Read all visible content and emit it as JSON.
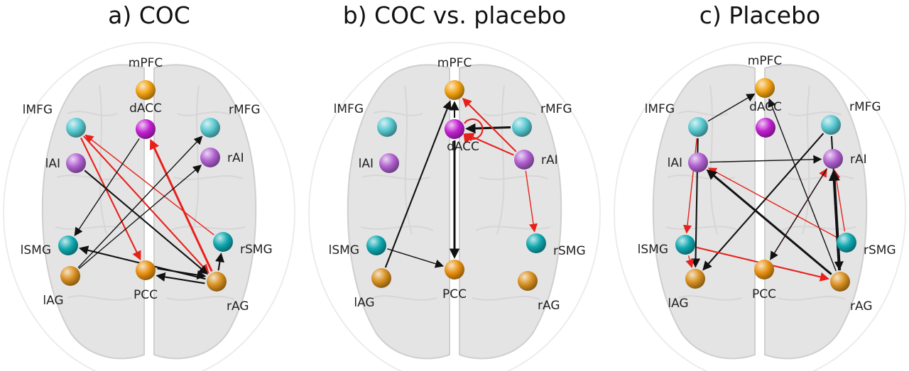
{
  "panels": [
    {
      "title": "a) COC",
      "nodes": [
        {
          "id": "mPFC",
          "label": "mPFC",
          "color": "#f0a010"
        },
        {
          "id": "dACC",
          "label": "dACC",
          "color": "#c020d0"
        },
        {
          "id": "lMFG",
          "label": "lMFG",
          "color": "#58c8d0"
        },
        {
          "id": "rMFG",
          "label": "rMFG",
          "color": "#58c8d0"
        },
        {
          "id": "lAI",
          "label": "lAI",
          "color": "#b060d0"
        },
        {
          "id": "rAI",
          "label": "rAI",
          "color": "#b060d0"
        },
        {
          "id": "lSMG",
          "label": "lSMG",
          "color": "#10a8b0"
        },
        {
          "id": "rSMG",
          "label": "rSMG",
          "color": "#10a8b0"
        },
        {
          "id": "lAG",
          "label": "lAG",
          "color": "#d89020"
        },
        {
          "id": "PCC",
          "label": "PCC",
          "color": "#e89010"
        },
        {
          "id": "rAG",
          "label": "rAG",
          "color": "#d89020"
        }
      ],
      "edges": [
        {
          "from": "lMFG",
          "to": "PCC",
          "color": "red",
          "weight": 2
        },
        {
          "from": "lMFG",
          "to": "rAG",
          "color": "red",
          "weight": 2
        },
        {
          "from": "rSMG",
          "to": "lMFG",
          "color": "red",
          "weight": 1
        },
        {
          "from": "rAG",
          "to": "dACC",
          "color": "red",
          "weight": 3
        },
        {
          "from": "dACC",
          "to": "lSMG",
          "color": "black",
          "weight": 1
        },
        {
          "from": "lAI",
          "to": "rAG",
          "color": "black",
          "weight": 2
        },
        {
          "from": "lAG",
          "to": "rMFG",
          "color": "black",
          "weight": 1
        },
        {
          "from": "lAG",
          "to": "rAI",
          "color": "black",
          "weight": 1
        },
        {
          "from": "rAG",
          "to": "lSMG",
          "color": "black",
          "weight": 2
        },
        {
          "from": "rAG",
          "to": "rSMG",
          "color": "black",
          "weight": 2
        },
        {
          "from": "PCC",
          "to": "rAG",
          "color": "black",
          "weight": 2,
          "offset": -5
        },
        {
          "from": "rAG",
          "to": "PCC",
          "color": "black",
          "weight": 2,
          "offset": -5
        }
      ]
    },
    {
      "title": "b) COC vs. placebo",
      "nodes": [
        {
          "id": "mPFC",
          "label": "mPFC",
          "color": "#f0a010"
        },
        {
          "id": "dACC",
          "label": "dACC",
          "color": "#c020d0"
        },
        {
          "id": "lMFG",
          "label": "lMFG",
          "color": "#58c8d0"
        },
        {
          "id": "rMFG",
          "label": "rMFG",
          "color": "#58c8d0"
        },
        {
          "id": "lAI",
          "label": "lAI",
          "color": "#b060d0"
        },
        {
          "id": "rAI",
          "label": "rAI",
          "color": "#b060d0"
        },
        {
          "id": "lSMG",
          "label": "lSMG",
          "color": "#10a8b0"
        },
        {
          "id": "rSMG",
          "label": "rSMG",
          "color": "#10a8b0"
        },
        {
          "id": "lAG",
          "label": "lAG",
          "color": "#d89020"
        },
        {
          "id": "PCC",
          "label": "PCC",
          "color": "#e89010"
        },
        {
          "id": "rAG",
          "label": "rAG",
          "color": "#d89020"
        }
      ],
      "edges": [
        {
          "from": "dACC",
          "to": "mPFC",
          "color": "black",
          "weight": 2
        },
        {
          "from": "rMFG",
          "to": "dACC",
          "color": "black",
          "weight": 3
        },
        {
          "from": "rAI",
          "to": "mPFC",
          "color": "red",
          "weight": 2
        },
        {
          "from": "rAI",
          "to": "dACC",
          "color": "red",
          "weight": 2
        },
        {
          "from": "dACC",
          "to": "dACC",
          "color": "red",
          "weight": 2,
          "self": true
        },
        {
          "from": "lAG",
          "to": "mPFC",
          "color": "black",
          "weight": 2
        },
        {
          "from": "dACC",
          "to": "PCC",
          "color": "black",
          "weight": 3
        },
        {
          "from": "lSMG",
          "to": "PCC",
          "color": "black",
          "weight": 1
        },
        {
          "from": "rAI",
          "to": "rSMG",
          "color": "red",
          "weight": 1
        }
      ]
    },
    {
      "title": "c) Placebo",
      "nodes": [
        {
          "id": "mPFC",
          "label": "mPFC",
          "color": "#f0a010"
        },
        {
          "id": "dACC",
          "label": "dACC",
          "color": "#c020d0"
        },
        {
          "id": "lMFG",
          "label": "lMFG",
          "color": "#58c8d0"
        },
        {
          "id": "rMFG",
          "label": "rMFG",
          "color": "#58c8d0"
        },
        {
          "id": "lAI",
          "label": "lAI",
          "color": "#b060d0"
        },
        {
          "id": "rAI",
          "label": "rAI",
          "color": "#b060d0"
        },
        {
          "id": "lSMG",
          "label": "lSMG",
          "color": "#10a8b0"
        },
        {
          "id": "rSMG",
          "label": "rSMG",
          "color": "#10a8b0"
        },
        {
          "id": "lAG",
          "label": "lAG",
          "color": "#d89020"
        },
        {
          "id": "PCC",
          "label": "PCC",
          "color": "#e89010"
        },
        {
          "id": "rAG",
          "label": "rAG",
          "color": "#d89020"
        }
      ],
      "edges": [
        {
          "from": "lMFG",
          "to": "mPFC",
          "color": "black",
          "weight": 1
        },
        {
          "from": "rAG",
          "to": "mPFC",
          "color": "black",
          "weight": 1
        },
        {
          "from": "lMFG",
          "to": "lSMG",
          "color": "red",
          "weight": 1
        },
        {
          "from": "lMFG",
          "to": "lAG",
          "color": "black",
          "weight": 2
        },
        {
          "from": "lAI",
          "to": "rAI",
          "color": "black",
          "weight": 1
        },
        {
          "from": "rSMG",
          "to": "lAI",
          "color": "red",
          "weight": 1
        },
        {
          "from": "rAG",
          "to": "lAI",
          "color": "black",
          "weight": 3
        },
        {
          "from": "rMFG",
          "to": "lAG",
          "color": "black",
          "weight": 2
        },
        {
          "from": "rMFG",
          "to": "rAG",
          "color": "black",
          "weight": 2
        },
        {
          "from": "PCC",
          "to": "rAI",
          "color": "red",
          "weight": 1
        },
        {
          "from": "rSMG",
          "to": "rAI",
          "color": "red",
          "weight": 1
        },
        {
          "from": "rAG",
          "to": "rAI",
          "color": "black",
          "weight": 4
        },
        {
          "from": "rAI",
          "to": "PCC",
          "color": "black",
          "weight": 1
        },
        {
          "from": "lSMG",
          "to": "rAG",
          "color": "red",
          "weight": 2
        },
        {
          "from": "lSMG",
          "to": "lAG",
          "color": "red",
          "weight": 1
        }
      ]
    }
  ]
}
